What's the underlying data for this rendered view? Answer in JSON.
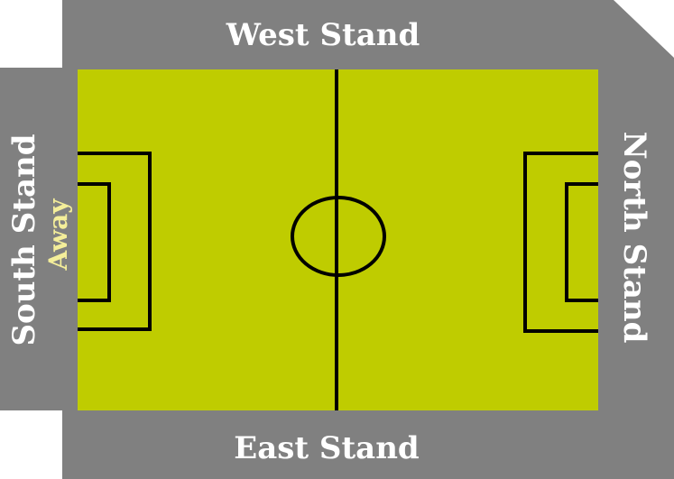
{
  "stands": {
    "west": "West Stand",
    "east": "East Stand",
    "south": "South Stand",
    "north": "North Stand",
    "away_label": "Away"
  },
  "colors": {
    "stand_grey": "#808080",
    "pitch": "#bfcc00",
    "pitch_lines": "#000000",
    "stand_text": "#ffffff",
    "away_text": "#f4ee9a"
  }
}
